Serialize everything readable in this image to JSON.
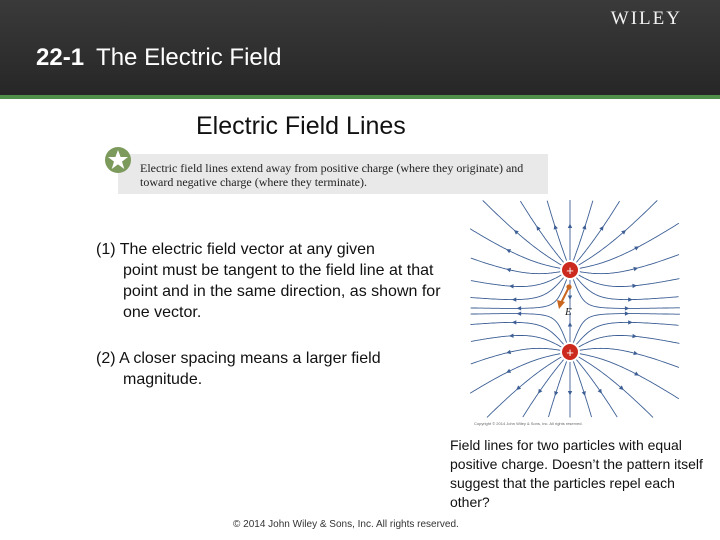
{
  "header": {
    "brand": "WILEY",
    "section_number": "22-1",
    "section_title": "The Electric Field"
  },
  "slide": {
    "title": "Electric Field Lines",
    "note": "Electric field lines extend away from positive charge (where they originate) and toward negative charge (where they terminate).",
    "point1_line1": "(1) The electric field vector at any given",
    "point1_rest": "point must be tangent to the field line at that point and in the same direction, as shown for one vector.",
    "point2_line1": "(2)  A closer spacing means a larger field",
    "point2_rest": "magnitude."
  },
  "figure": {
    "charge_symbol": "+",
    "vector_label": "E",
    "copyright": "Copyright © 2014 John Wiley & Sons, Inc. All rights reserved.",
    "colors": {
      "field_line": "#3d5f95",
      "charge": "#cc2a1e",
      "vector": "#c8651e"
    }
  },
  "caption": "Field lines for two particles with equal positive charge. Doesn’t the pattern itself suggest that the particles repel each other?",
  "footer": "© 2014 John Wiley & Sons, Inc. All rights reserved."
}
